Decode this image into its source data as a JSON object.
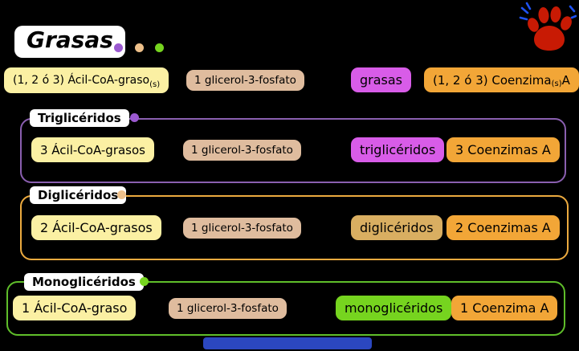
{
  "page": {
    "title": "Grasas",
    "background": "#000000"
  },
  "title_dots": [
    {
      "name": "triglycerides-dot",
      "color": "#9b59d0"
    },
    {
      "name": "diglycerides-dot",
      "color": "#eec08a"
    },
    {
      "name": "monoglycerides-dot",
      "color": "#76d41f"
    }
  ],
  "paw_icon": {
    "color": "#c81a04",
    "spark_color": "#1f52f0"
  },
  "colors": {
    "acyl_box": "#fbf0a3",
    "glycerol_box": "#dfbc9e",
    "grasas_box": "#d85ce8",
    "coenzyme_box": "#f2a637"
  },
  "general_equation": {
    "acyl_main": "(1, 2 ó 3) Ácil-CoA-graso",
    "acyl_small": "(s)",
    "glycerol": "1 glicerol-3-fosfato",
    "product": "grasas",
    "coenzyme_main": "(1, 2 ó 3) Coenzima",
    "coenzyme_small": "(s)",
    "coenzyme_tail": " A"
  },
  "sections": [
    {
      "label": "Triglicéridos",
      "border_color": "#8a5fb0",
      "dot_color": "#9b59d0",
      "acyl": "3 Ácil-CoA-grasos",
      "glycerol": "1 glicerol-3-fosfato",
      "product": "triglicéridos",
      "product_color": "#d85ce8",
      "coenzyme": "3 Coenzimas A"
    },
    {
      "label": "Diglicéridos",
      "border_color": "#ecaa3f",
      "dot_color": "#eec08a",
      "acyl": "2 Ácil-CoA-grasos",
      "glycerol": "1 glicerol-3-fosfato",
      "product": "diglicéridos",
      "product_color": "#d9ae61",
      "coenzyme": "2 Coenzimas A"
    },
    {
      "label": "Monoglicéridos",
      "border_color": "#5fbe2a",
      "dot_color": "#76d41f",
      "acyl": "1 Ácil-CoA-graso",
      "glycerol": "1 glicerol-3-fosfato",
      "product": "monoglicéridos",
      "product_color": "#76d41f",
      "coenzyme": "1 Coenzima A"
    }
  ],
  "footer_badge": {
    "color": "#2b47c0"
  }
}
